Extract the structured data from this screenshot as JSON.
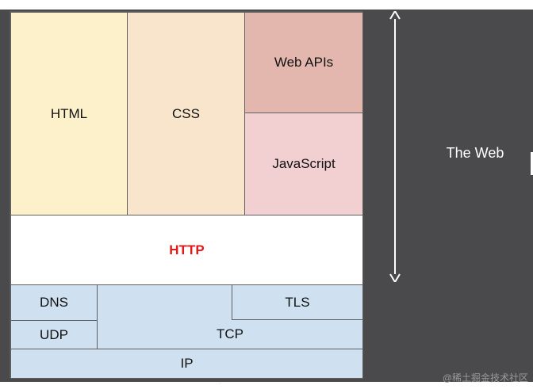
{
  "colors": {
    "background": "#4a4a4c",
    "markup": "#fdf1cb",
    "style": "#f8e5cc",
    "web_apis": "#e4b7ae",
    "javascript": "#f2cfd0",
    "http_text": "#e01a1a",
    "network": "#cfe1f0"
  },
  "diagram": {
    "html": "HTML",
    "css": "CSS",
    "web_apis": "Web APIs",
    "javascript": "JavaScript",
    "http": "HTTP",
    "dns": "DNS",
    "tls": "TLS",
    "udp": "UDP",
    "tcp": "TCP",
    "ip": "IP"
  },
  "side": {
    "label": "The Web",
    "arrow_icon": "double-arrow-vertical-icon"
  },
  "watermark": "@稀土掘金技术社区"
}
